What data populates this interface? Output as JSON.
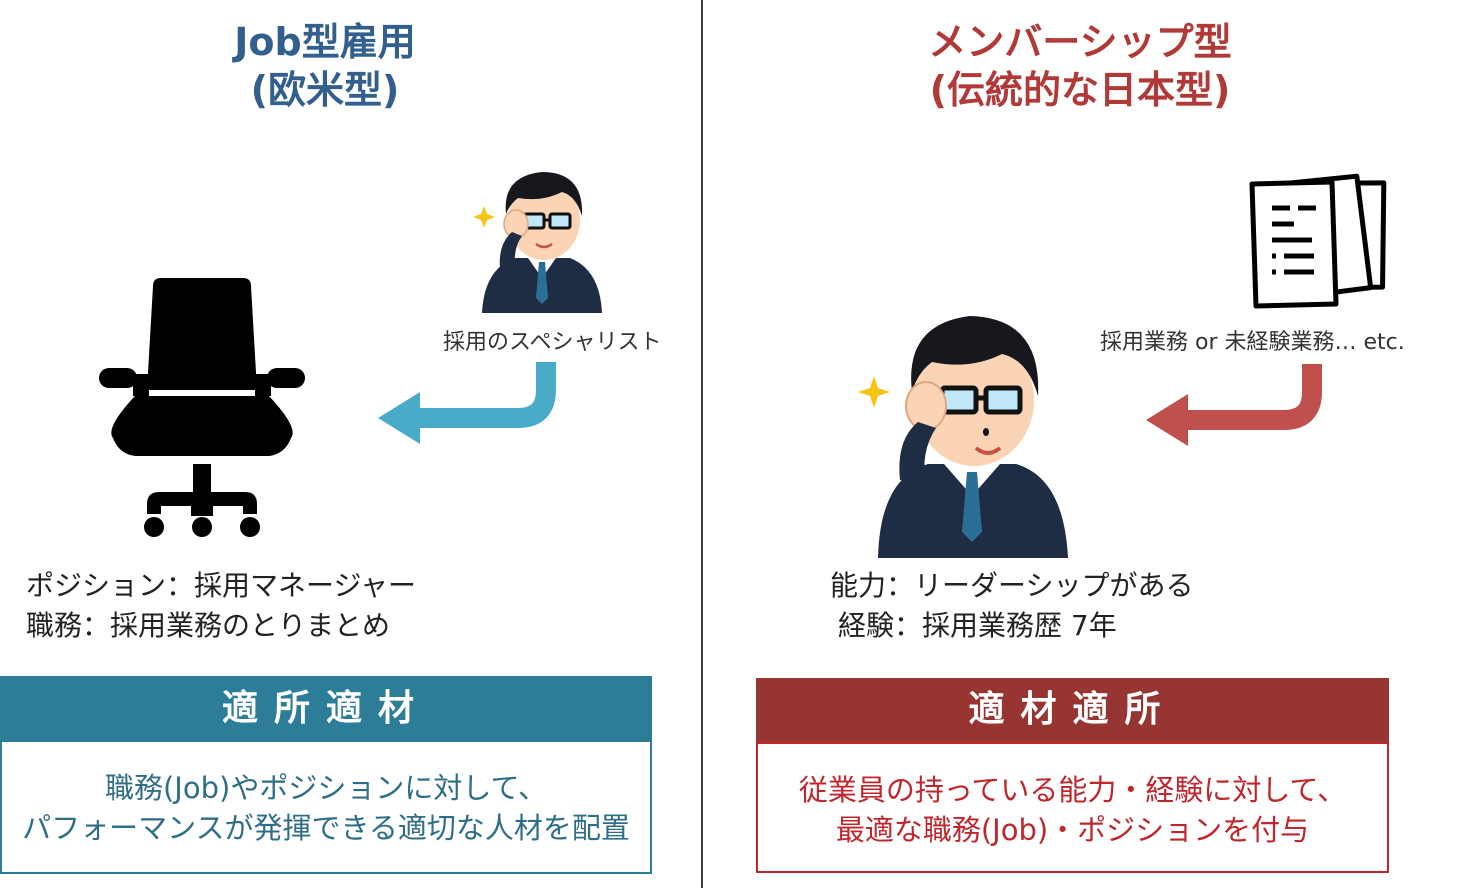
{
  "left": {
    "title_line1": "Job型雇用",
    "title_line2": "(欧米型)",
    "person_caption": "採用のスペシャリスト",
    "spec_line1": "ポジション：採用マネージャー",
    "spec_line2": "職務：採用業務のとりまとめ",
    "box_title": "適所適材",
    "box_line1": "職務(Job)やポジションに対して、",
    "box_line2": "パフォーマンスが発揮できる適切な人材を配置"
  },
  "right": {
    "title_line1": "メンバーシップ型",
    "title_line2": "(伝統的な日本型)",
    "docs_caption": "採用業務 or 未経験業務… etc.",
    "spec_line1": "能力：リーダーシップがある",
    "spec_line2": "経験：採用業務歴 7年",
    "box_title": "適材適所",
    "box_line1": "従業員の持っている能力・経験に対して、",
    "box_line2": "最適な職務(Job)・ポジションを付与"
  },
  "colors": {
    "job_blue": "#335f8f",
    "job_box": "#2e7d98",
    "job_arrow": "#4aabc9",
    "mem_red": "#b13a38",
    "mem_box": "#973533",
    "mem_arrow": "#c0504d",
    "divider": "#3a3a3a"
  },
  "icons": [
    "office-chair-icon",
    "businessman-adjusting-glasses-icon",
    "sparkle-icon",
    "documents-stack-icon",
    "curved-arrow-left-icon"
  ]
}
